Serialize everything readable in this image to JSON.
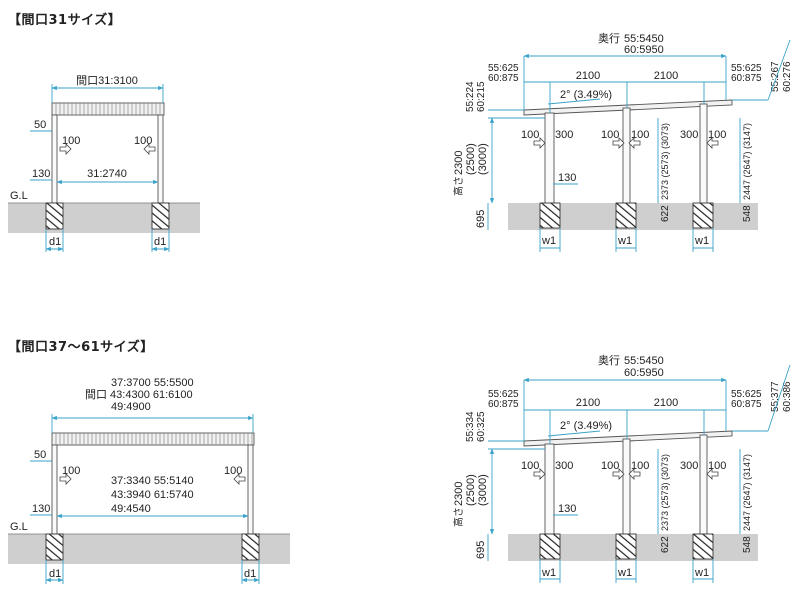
{
  "sections": [
    {
      "title": "【間口31サイズ】",
      "front": {
        "width_label": "間口31:3100",
        "inner_label": "31:2740",
        "h50": "50",
        "h130": "130",
        "arrow_left": "100",
        "arrow_right": "100",
        "gl": "G.L",
        "d1_left": "d1",
        "d1_right": "d1"
      },
      "side": {
        "depth_word": "奥行",
        "depth_55": "55:5450",
        "depth_60": "60:5950",
        "overhang_left_55": "55:625",
        "overhang_left_60": "60:875",
        "overhang_right_55": "55:625",
        "overhang_right_60": "60:875",
        "span1": "2100",
        "span2": "2100",
        "slope": "2° (3.49%)",
        "left_rise_55": "55:224",
        "left_rise_60": "60:215",
        "right_rise_55": "55:267",
        "right_rise_60": "60:276",
        "height_word": "高さ",
        "height_2300": "2300",
        "height_2500": "(2500)",
        "height_3000": "(3000)",
        "post_labels": [
          "100",
          "300",
          "100",
          "100",
          "300",
          "100"
        ],
        "h130": "130",
        "mid_height": "2373 (2573) (3073)",
        "right_height": "2447 (2647) (3147)",
        "foot_695": "695",
        "foot_622": "622",
        "foot_548": "548",
        "w1": [
          "w1",
          "w1",
          "w1"
        ]
      }
    },
    {
      "title": "【間口37～61サイズ】",
      "front": {
        "width_line1": "37:3700  55:5500",
        "width_line2": "間口  43:4300  61:6100",
        "width_line3": "49:4900",
        "inner_line1": "37:3340  55:5140",
        "inner_line2": "43:3940  61:5740",
        "inner_line3": "49:4540",
        "h50": "50",
        "h130": "130",
        "arrow_left": "100",
        "arrow_right": "100",
        "gl": "G.L",
        "d1_left": "d1",
        "d1_right": "d1"
      },
      "side": {
        "depth_word": "奥行",
        "depth_55": "55:5450",
        "depth_60": "60:5950",
        "overhang_left_55": "55:625",
        "overhang_left_60": "60:875",
        "overhang_right_55": "55:625",
        "overhang_right_60": "60:875",
        "span1": "2100",
        "span2": "2100",
        "slope": "2° (3.49%)",
        "left_rise_55": "55:334",
        "left_rise_60": "60:325",
        "right_rise_55": "55:377",
        "right_rise_60": "60:386",
        "height_word": "高さ",
        "height_2300": "2300",
        "height_2500": "(2500)",
        "height_3000": "(3000)",
        "post_labels": [
          "100",
          "300",
          "100",
          "100",
          "300",
          "100"
        ],
        "h130": "130",
        "mid_height": "2373 (2573) (3073)",
        "right_height": "2447 (2647) (3147)",
        "foot_695": "695",
        "foot_622": "622",
        "foot_548": "548",
        "w1": [
          "w1",
          "w1",
          "w1"
        ]
      }
    }
  ]
}
